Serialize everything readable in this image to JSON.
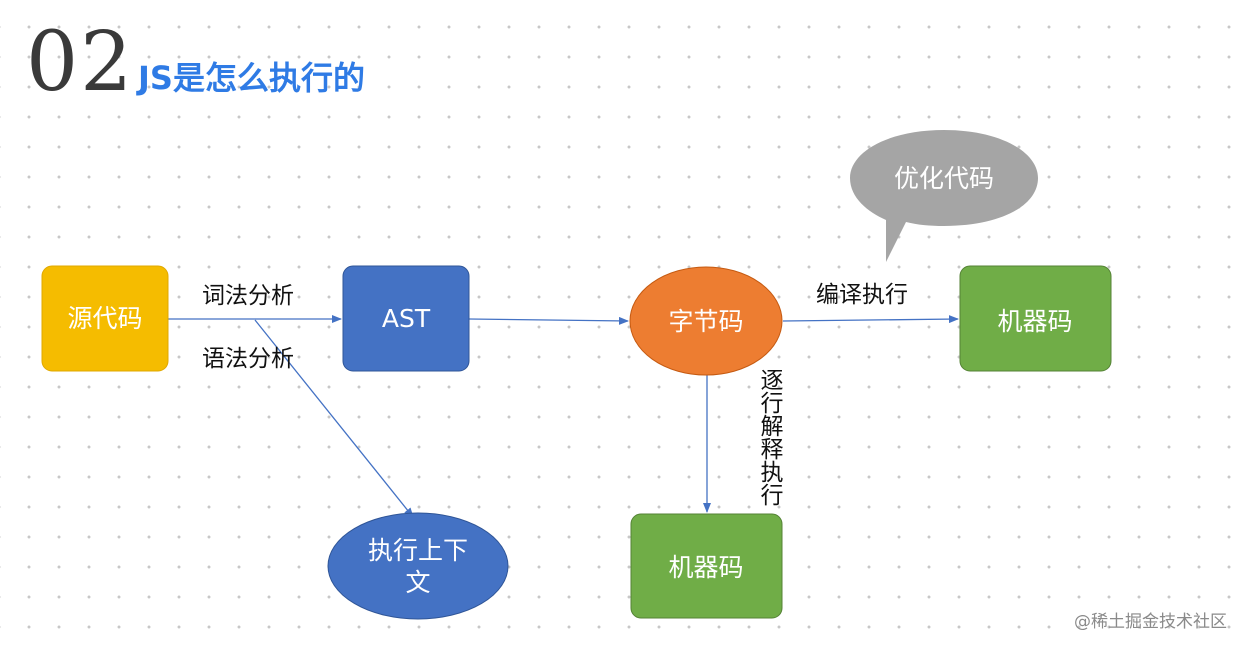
{
  "header": {
    "number": "02",
    "title": "JS是怎么执行的"
  },
  "colors": {
    "title": "#2f7be5",
    "source": "#f5bc00",
    "ast": "#4472c4",
    "bytecode": "#ed7d31",
    "machine": "#70ad47",
    "context": "#4472c4",
    "bubble": "#a5a5a5",
    "arrow": "#4472c4"
  },
  "nodes": {
    "source": "源代码",
    "ast": "AST",
    "bytecode": "字节码",
    "machine_top": "机器码",
    "machine_bottom": "机器码",
    "context_line1": "执行上下",
    "context_line2": "文"
  },
  "bubble": {
    "text": "优化代码"
  },
  "edges": {
    "lexical": "词法分析",
    "syntax": "语法分析",
    "compile": "编译执行",
    "interpret": "逐行解释执行"
  },
  "watermark": "@稀土掘金技术社区"
}
